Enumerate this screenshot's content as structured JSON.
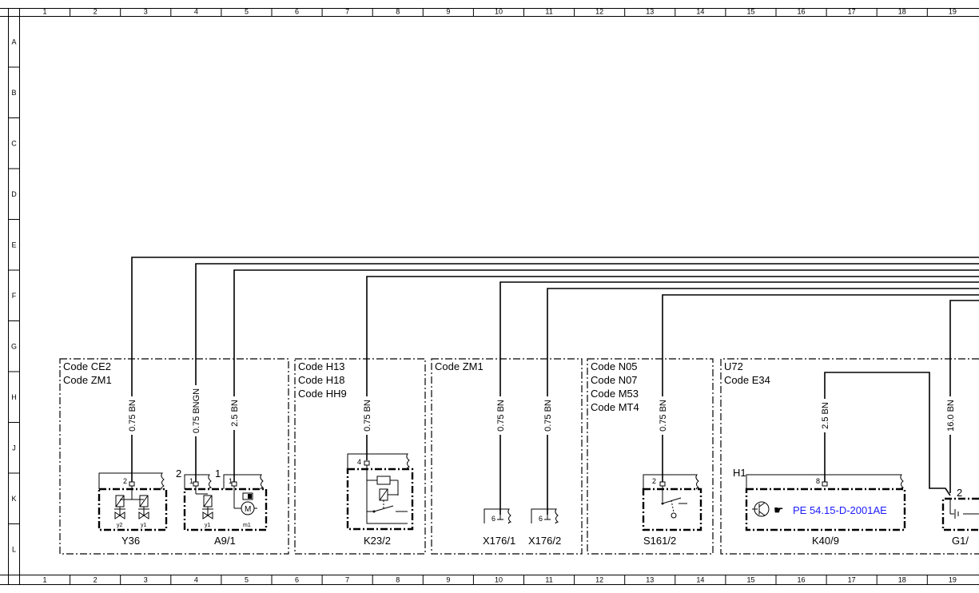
{
  "grid": {
    "columns": [
      "1",
      "2",
      "3",
      "4",
      "5",
      "6",
      "7",
      "8",
      "9",
      "10",
      "11",
      "12",
      "13",
      "14",
      "15",
      "16",
      "17",
      "18",
      "19"
    ],
    "rows": [
      "A",
      "B",
      "C",
      "D",
      "E",
      "F",
      "G",
      "H",
      "J",
      "K",
      "L"
    ]
  },
  "groups": [
    {
      "codes": [
        "Code CE2",
        "Code ZM1"
      ]
    },
    {
      "codes": [
        "Code H13",
        "Code H18",
        "Code HH9"
      ]
    },
    {
      "codes": [
        "Code ZM1"
      ]
    },
    {
      "codes": [
        "Code N05",
        "Code N07",
        "Code M53",
        "Code MT4"
      ]
    },
    {
      "codes": [
        "U72",
        "Code E34"
      ]
    }
  ],
  "wires": [
    "0.75 BN",
    "0.75 BNGN",
    "2.5 BN",
    "0.75 BN",
    "0.75 BN",
    "0.75 BN",
    "0.75 BN",
    "2.5 BN",
    "16.0 BN"
  ],
  "components": {
    "y36": {
      "label": "Y36",
      "pin": "2",
      "sub_left": "y2",
      "sub_right": "y1"
    },
    "a9_1": {
      "label": "A9/1",
      "pin_a_outer": "2",
      "pin_a_inner": "1",
      "pin_b_outer": "1",
      "pin_b_inner": "1",
      "sub_left": "y1",
      "sub_right": "m1",
      "motor": "M"
    },
    "k23_2": {
      "label": "K23/2",
      "pin": "4"
    },
    "x176_1": {
      "label": "X176/1",
      "pin": "6"
    },
    "x176_2": {
      "label": "X176/2",
      "pin": "6"
    },
    "s161_2": {
      "label": "S161/2",
      "pin": "2"
    },
    "k40_9": {
      "label": "K40/9",
      "pin": "8",
      "h_label": "H1",
      "ref_link": "PE 54.15-D-2001AE"
    },
    "g1": {
      "label": "G1/",
      "pin": "2"
    }
  }
}
